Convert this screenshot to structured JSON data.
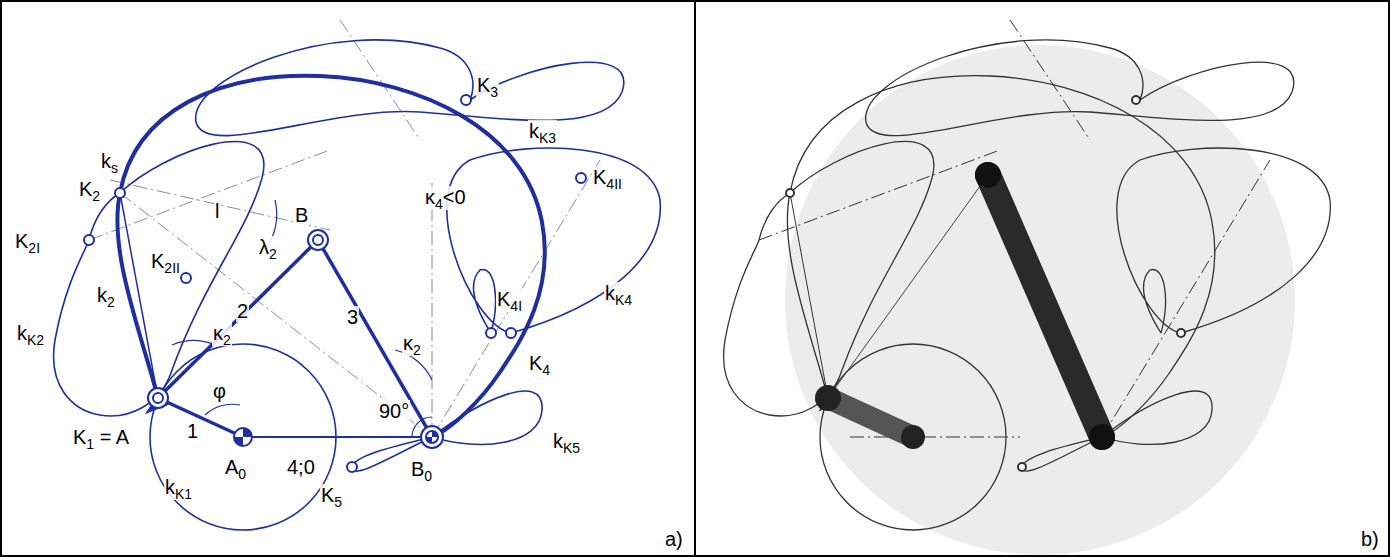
{
  "diagram": {
    "labels": [
      "K3",
      "kK3",
      "ks",
      "K2",
      "l",
      "K4II",
      "K2I",
      "K2II",
      "λ2",
      "B",
      "κ4<0",
      "K4I",
      "kK4",
      "k2",
      "2",
      "3",
      "kK2",
      "κ2",
      "κ2",
      "K4",
      "φ",
      "90°",
      "K1 = A",
      "1",
      "A0",
      "4;0",
      "B0",
      "kK5",
      "K5",
      "kK1",
      "a)",
      "b)"
    ]
  }
}
